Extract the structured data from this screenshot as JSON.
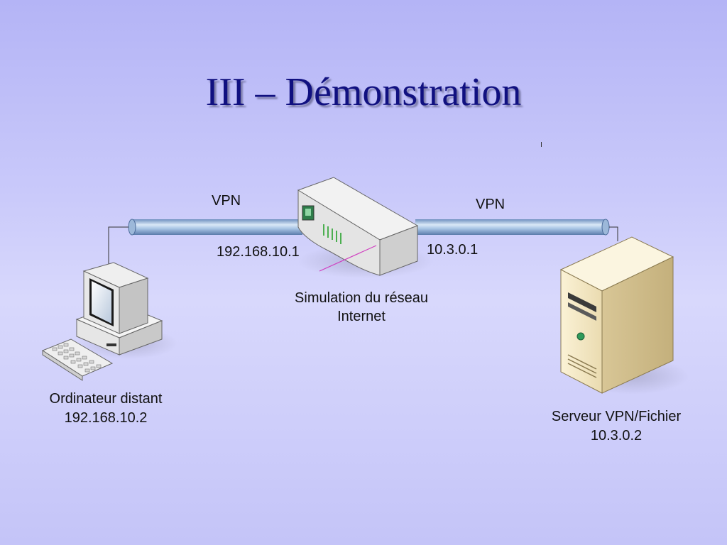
{
  "slide": {
    "title": "III – Démonstration"
  },
  "diagram": {
    "tunnel_left_label": "VPN",
    "tunnel_right_label": "VPN",
    "router": {
      "left_ip": "192.168.10.1",
      "right_ip": "10.3.0.1",
      "caption_line1": "Simulation du réseau",
      "caption_line2": "Internet"
    },
    "client": {
      "caption_line1": "Ordinateur distant",
      "caption_line2": "192.168.10.2"
    },
    "server": {
      "caption_line1": "Serveur VPN/Fichier",
      "caption_line2": "10.3.0.2"
    }
  },
  "colors": {
    "title": "#101080",
    "tunnel": "#8fb3d9",
    "background_top": "#b4b4f6"
  },
  "icons": [
    "workstation-icon",
    "keyboard-icon",
    "router-icon",
    "tower-server-icon"
  ]
}
